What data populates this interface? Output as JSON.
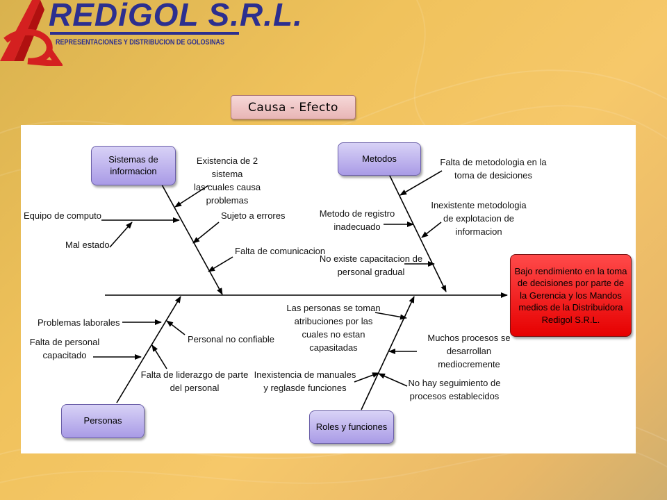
{
  "logo": {
    "title": "REDiGOL S.R.L.",
    "subtitle": "REPRESENTACIONES Y DISTRIBUCION DE GOLOSINAS",
    "brand_color": "#2c2f8f",
    "accent_color": "#d42020"
  },
  "slide_title": "Causa - Efecto",
  "diagram": {
    "effect": "Bajo rendimiento en la toma de decisiones por parte de la Gerencia y los Mandos medios de la Distribuidora Redigol S.R.L.",
    "categories": {
      "sistemas": "Sistemas de\ninformacion",
      "metodos": "Metodos",
      "personas": "Personas",
      "roles": "Roles y funciones"
    },
    "causes": {
      "sistemas": [
        "Existencia de 2 sistema\nlas cuales causa\nproblemas",
        "Equipo de computo",
        "Mal estado",
        "Sujeto a errores",
        "Falta de comunicacion"
      ],
      "metodos": [
        "Falta de metodologia en la\ntoma de desiciones",
        "Metodo de registro\ninadecuado",
        "Inexistente metodologia\nde explotacion de\ninformacion",
        "No existe capacitacion de\npersonal gradual"
      ],
      "personas": [
        "Problemas laborales",
        "Falta de personal\ncapacitado",
        "Personal no confiable",
        "Falta de liderazgo de parte\ndel personal"
      ],
      "roles": [
        "Las personas se toman\natribuciones por las\ncuales no estan\ncapasitadas",
        "Muchos procesos se\ndesarrollan\nmediocremente",
        "Inexistencia de manuales\ny reglasde funciones",
        "No hay seguimiento de\nprocesos establecidos"
      ]
    },
    "colors": {
      "category_fill": "#b9aeea",
      "effect_fill": "#f21b1b"
    }
  }
}
